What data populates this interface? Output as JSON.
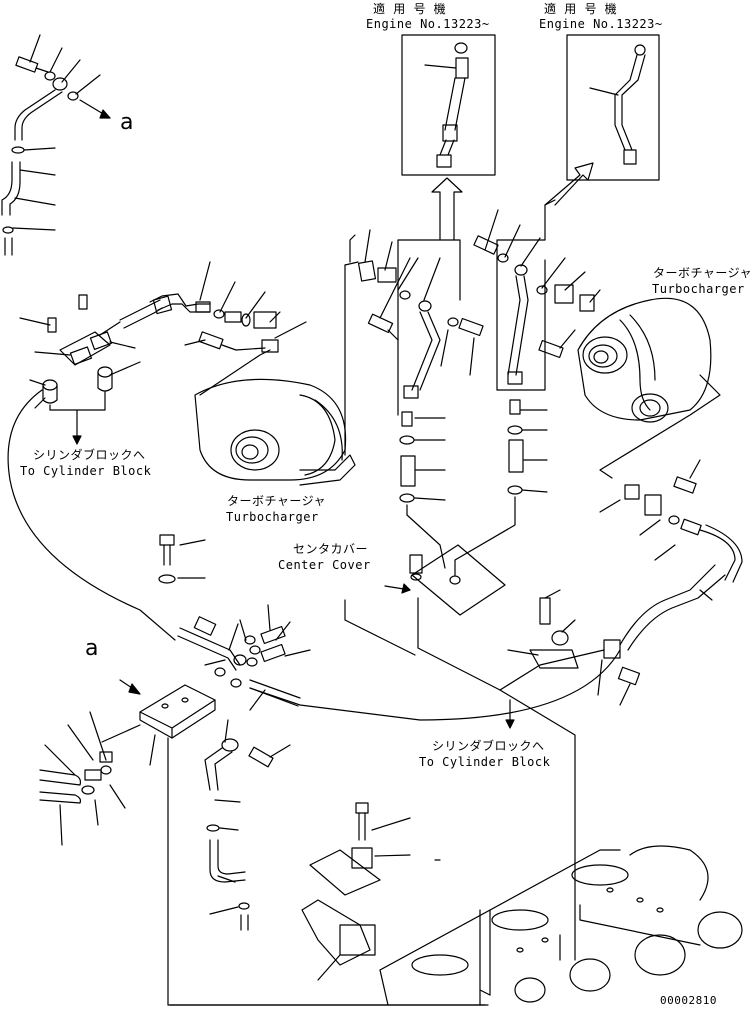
{
  "applicable_label_left": "適 用 号 機",
  "engine_no_left": "Engine No.13223~",
  "applicable_label_right": "適 用 号 機",
  "engine_no_right": "Engine No.13223~",
  "turbo_jp_right": "ターボチャージャ",
  "turbo_en_right": "Turbocharger",
  "cyl_jp_left": "シリンダブロックへ",
  "cyl_en_left": "To Cylinder Block",
  "turbo_jp_center": "ターボチャージャ",
  "turbo_en_center": "Turbocharger",
  "center_cover_jp": "センタカバー",
  "center_cover_en": "Center Cover",
  "cyl_jp_bottom": "シリンダブロックへ",
  "cyl_en_bottom": "To Cylinder Block",
  "ref_a_top": "a",
  "ref_a_mid": "a",
  "drawing_no": "00002810"
}
